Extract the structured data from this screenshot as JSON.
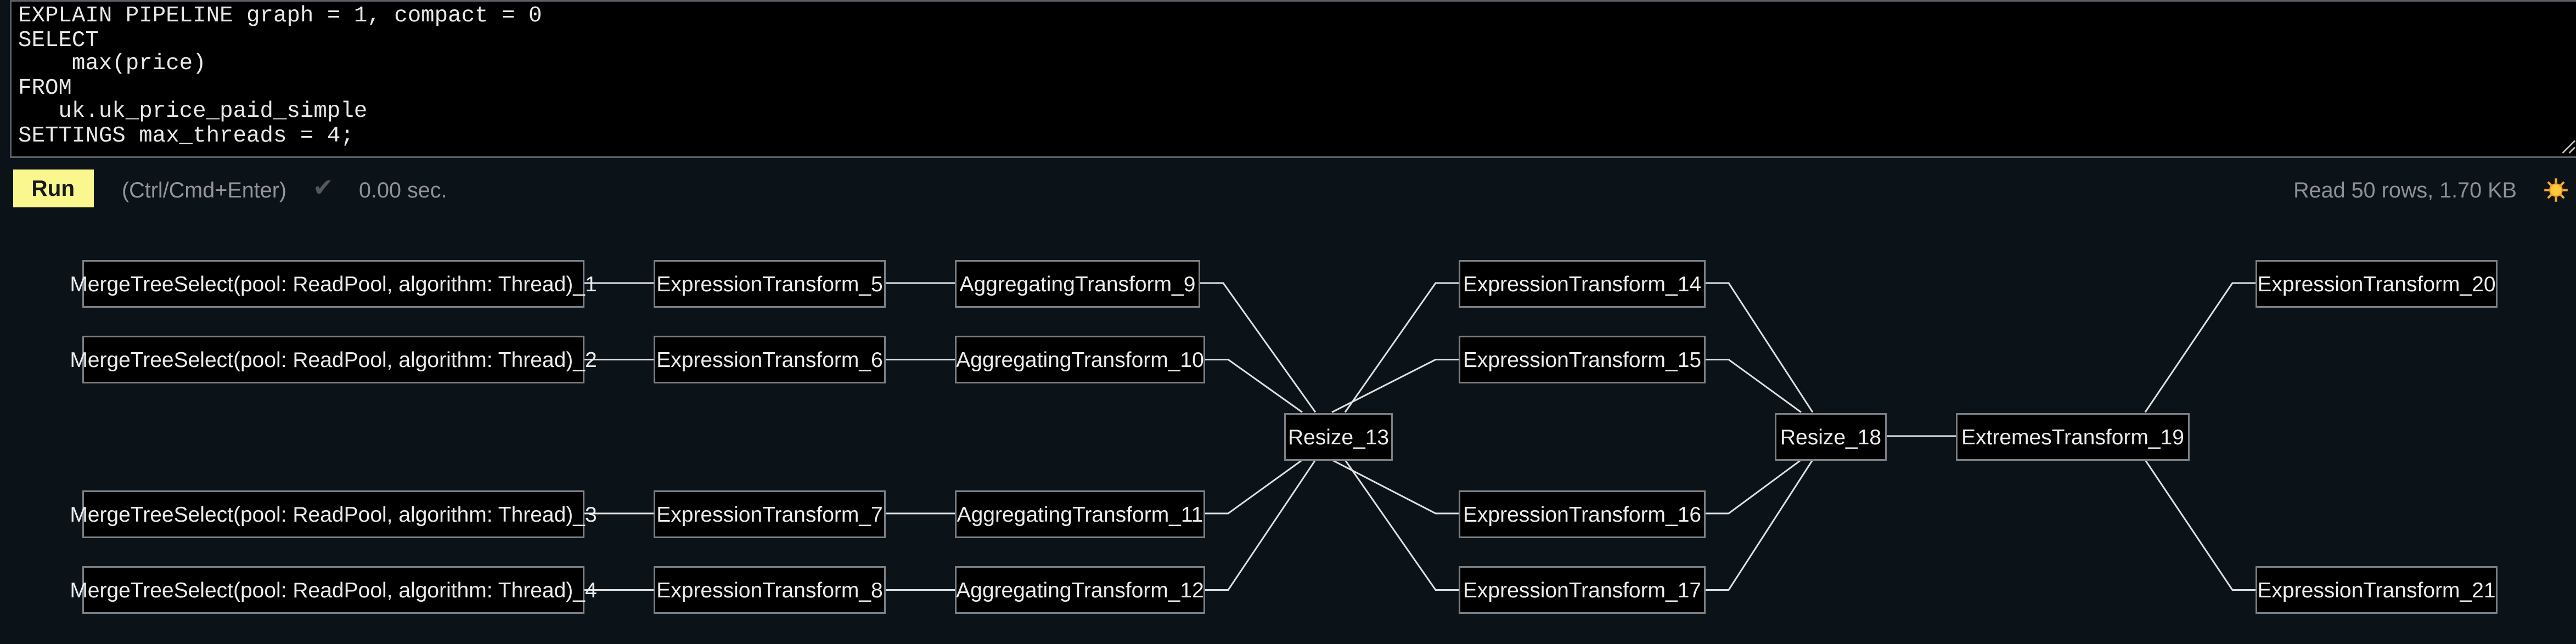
{
  "editor": {
    "query": "EXPLAIN PIPELINE graph = 1, compact = 0\nSELECT\n    max(price)\nFROM\n   uk.uk_price_paid_simple\nSETTINGS max_threads = 4;"
  },
  "toolbar": {
    "run_label": "Run",
    "shortcut_hint": "(Ctrl/Cmd+Enter)",
    "check_icon": "✔",
    "elapsed": "0.00 sec.",
    "read_stats": "Read 50 rows, 1.70 KB",
    "theme_icon": "sun"
  },
  "colors": {
    "page_background": "#0c1318",
    "editor_background": "#000000",
    "editor_border": "#5a5f66",
    "run_button": "#faf78f",
    "run_button_text": "#17191c",
    "muted_text": "#8f9196",
    "node_fill": "#000000",
    "node_border": "#7c8085",
    "node_text": "#ececec",
    "edge_line": "#dfe0e2",
    "sun_core": "#ffc93d",
    "sun_rays": "#f7a62b"
  },
  "pipeline_graph": {
    "nodes": [
      {
        "id": "n1",
        "label": "MergeTreeSelect(pool: ReadPool, algorithm: Thread)_1"
      },
      {
        "id": "n2",
        "label": "MergeTreeSelect(pool: ReadPool, algorithm: Thread)_2"
      },
      {
        "id": "n3",
        "label": "MergeTreeSelect(pool: ReadPool, algorithm: Thread)_3"
      },
      {
        "id": "n4",
        "label": "MergeTreeSelect(pool: ReadPool, algorithm: Thread)_4"
      },
      {
        "id": "n5",
        "label": "ExpressionTransform_5"
      },
      {
        "id": "n6",
        "label": "ExpressionTransform_6"
      },
      {
        "id": "n7",
        "label": "ExpressionTransform_7"
      },
      {
        "id": "n8",
        "label": "ExpressionTransform_8"
      },
      {
        "id": "n9",
        "label": "AggregatingTransform_9"
      },
      {
        "id": "n10",
        "label": "AggregatingTransform_10"
      },
      {
        "id": "n11",
        "label": "AggregatingTransform_11"
      },
      {
        "id": "n12",
        "label": "AggregatingTransform_12"
      },
      {
        "id": "n13",
        "label": "Resize_13"
      },
      {
        "id": "n14",
        "label": "ExpressionTransform_14"
      },
      {
        "id": "n15",
        "label": "ExpressionTransform_15"
      },
      {
        "id": "n16",
        "label": "ExpressionTransform_16"
      },
      {
        "id": "n17",
        "label": "ExpressionTransform_17"
      },
      {
        "id": "n18",
        "label": "Resize_18"
      },
      {
        "id": "n19",
        "label": "ExtremesTransform_19"
      },
      {
        "id": "n20",
        "label": "ExpressionTransform_20"
      },
      {
        "id": "n21",
        "label": "ExpressionTransform_21"
      }
    ],
    "edges": [
      [
        "n1",
        "n5"
      ],
      [
        "n2",
        "n6"
      ],
      [
        "n3",
        "n7"
      ],
      [
        "n4",
        "n8"
      ],
      [
        "n5",
        "n9"
      ],
      [
        "n6",
        "n10"
      ],
      [
        "n7",
        "n11"
      ],
      [
        "n8",
        "n12"
      ],
      [
        "n9",
        "n13"
      ],
      [
        "n10",
        "n13"
      ],
      [
        "n11",
        "n13"
      ],
      [
        "n12",
        "n13"
      ],
      [
        "n13",
        "n14"
      ],
      [
        "n13",
        "n15"
      ],
      [
        "n13",
        "n16"
      ],
      [
        "n13",
        "n17"
      ],
      [
        "n14",
        "n18"
      ],
      [
        "n15",
        "n18"
      ],
      [
        "n16",
        "n18"
      ],
      [
        "n17",
        "n18"
      ],
      [
        "n18",
        "n19"
      ],
      [
        "n19",
        "n20"
      ],
      [
        "n19",
        "n21"
      ]
    ]
  }
}
